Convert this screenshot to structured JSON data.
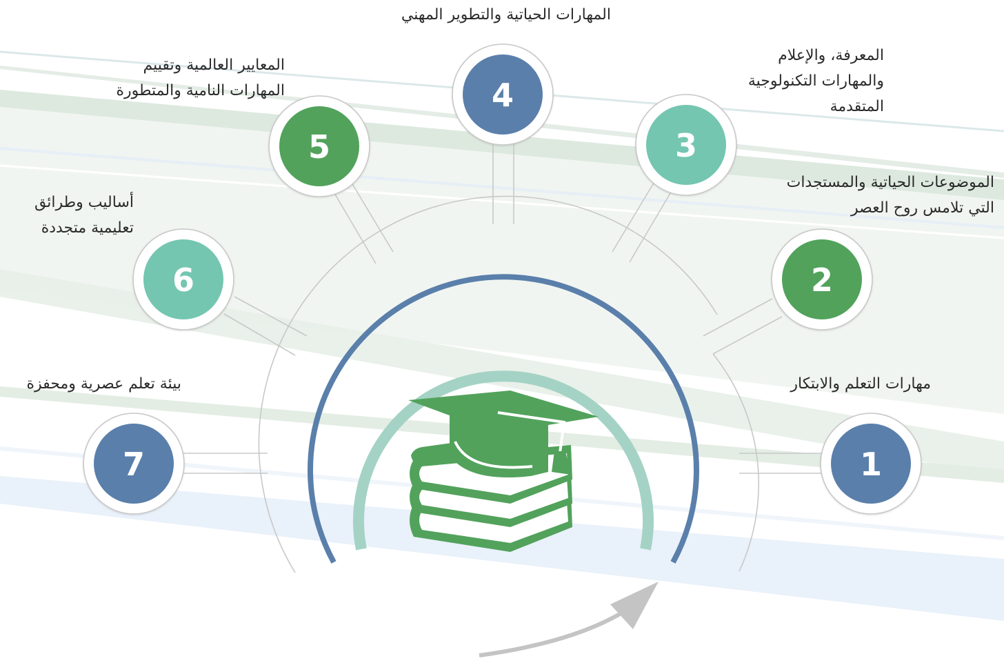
{
  "colors": {
    "blue": "#5a7fab",
    "green": "#52a25c",
    "teal": "#74c6b1",
    "arc_outer": "#5a7fab",
    "arc_inner": "#a4d3c5",
    "connector": "#c8c8c8",
    "arrow": "#c4c4c4"
  },
  "center_icon": "graduation-cap-on-books-icon",
  "nodes": [
    {
      "number": "1",
      "color": "blue",
      "lines": [
        "مهارات التعلم والابتكار"
      ]
    },
    {
      "number": "2",
      "color": "green",
      "lines": [
        "الموضوعات الحياتية والمستجدات",
        "التي تلامس روح العصر"
      ]
    },
    {
      "number": "3",
      "color": "teal",
      "lines": [
        "المعرفة، والإعلام",
        "والمهارات التكنولوجية",
        "المتقدمة"
      ]
    },
    {
      "number": "4",
      "color": "blue",
      "lines": [
        "المهارات الحياتية والتطوير المهني"
      ]
    },
    {
      "number": "5",
      "color": "green",
      "lines": [
        "المعايير العالمية وتقييم",
        "المهارات النامية والمتطورة"
      ]
    },
    {
      "number": "6",
      "color": "teal",
      "lines": [
        "أساليب وطرائق",
        "تعليمية متجددة"
      ]
    },
    {
      "number": "7",
      "color": "blue",
      "lines": [
        "بيئة تعلم عصرية ومحفزة"
      ]
    }
  ]
}
